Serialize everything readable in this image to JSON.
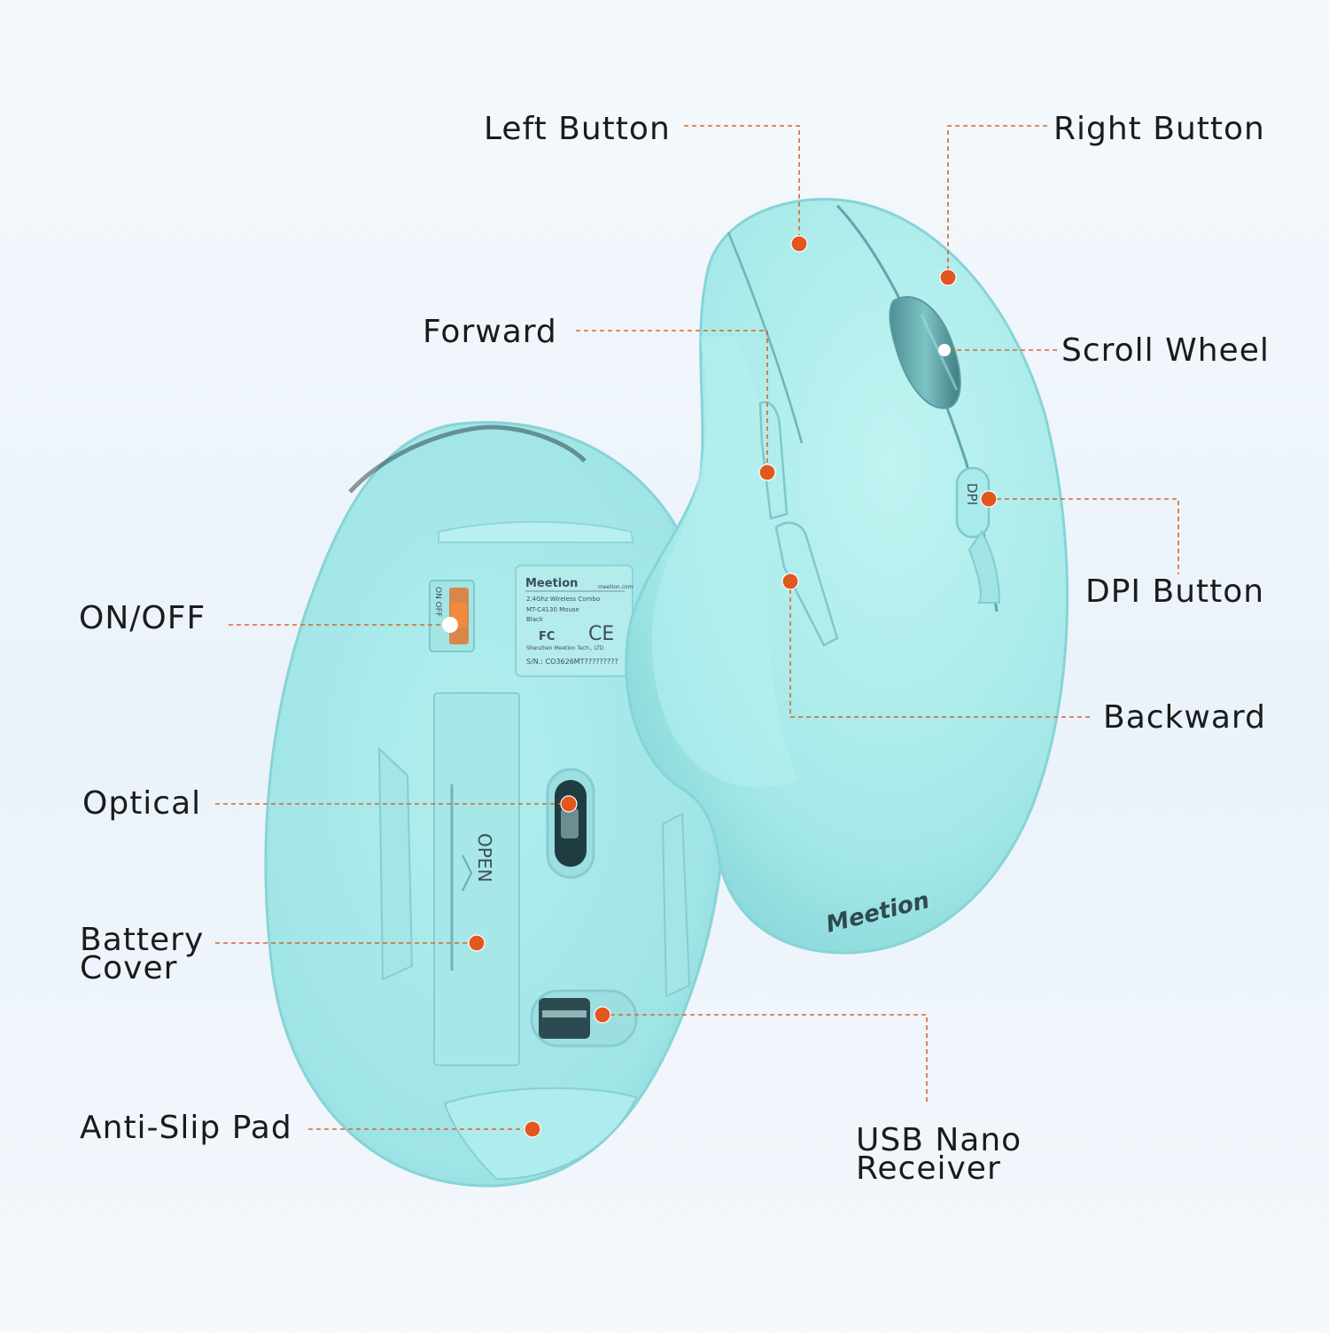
{
  "colors": {
    "mouse_body": "#a6eaea",
    "mouse_shadow": "#7fd3d6",
    "accent_orange": "#e2571e",
    "leader_line": "#d9662b",
    "label_text": "#1b1b1b"
  },
  "labels": {
    "left_button": "Left Button",
    "right_button": "Right Button",
    "forward": "Forward",
    "scroll_wheel": "Scroll Wheel",
    "on_off": "ON/OFF",
    "dpi_button": "DPI Button",
    "backward": "Backward",
    "optical": "Optical",
    "battery_cover": "Battery\nCover",
    "anti_slip_pad": "Anti-Slip Pad",
    "usb_nano_receiver": "USB Nano\nReceiver"
  },
  "mouse_markings": {
    "brand": "Meetion",
    "website": "meetion.com",
    "spec_line": "2.4Ghz Wireless Combo",
    "model": "MT-C4130 Mouse",
    "color": "Black",
    "manufacturer": "Shenzhen Meetion Tech., LTD",
    "serial": "S/N.: CO3626MT?????????",
    "ce_mark": "CE",
    "fcc_mark": "FC",
    "switch_text": "ON OFF",
    "battery_open": "OPEN",
    "dpi_text": "DPI",
    "side_logo": "Meetion"
  }
}
